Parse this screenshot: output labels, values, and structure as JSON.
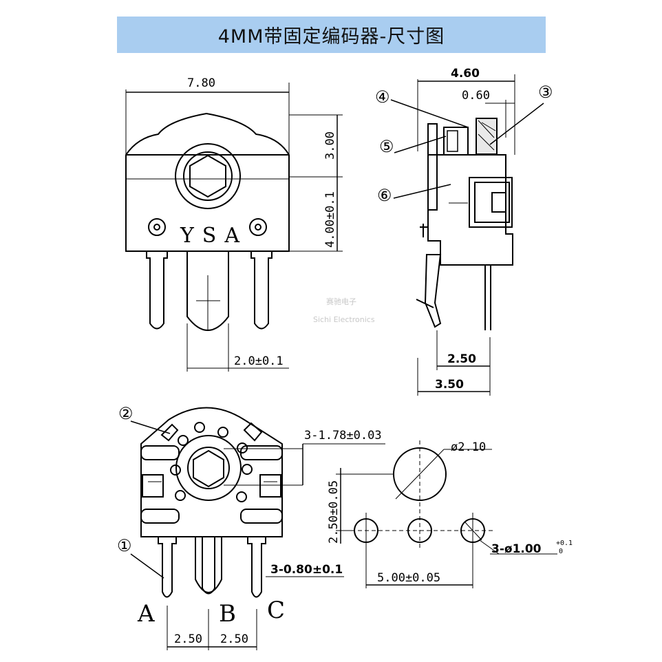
{
  "title": "4MM带固定编码器-尺寸图",
  "front_view": {
    "width_dim": "7.80",
    "height_top_dim": "3.00",
    "height_mid_dim": "4.00±0.1",
    "pin_dim": "2.0±0.1",
    "brand": "YSA"
  },
  "side_view": {
    "width_dim": "4.60",
    "sub_dim": "0.60",
    "pin_dim": "2.50",
    "bottom_dim": "3.50",
    "callouts": [
      "④",
      "③",
      "⑤",
      "⑥"
    ]
  },
  "bottom_view": {
    "callouts": [
      "②",
      "①"
    ],
    "hex_dim": "3-1.78±0.03",
    "pin_width_dim": "3-0.80±0.1",
    "pin_labels": [
      "A",
      "B",
      "C"
    ],
    "pitch_left": "2.50",
    "pitch_right": "2.50"
  },
  "pcb_layout": {
    "big_hole": "ø2.10",
    "vertical_dim": "2.50±0.05",
    "small_holes": "3-ø1.00",
    "tolerance_plus": "+0.1",
    "tolerance_minus": "0",
    "pitch": "5.00±0.05"
  },
  "watermark": {
    "line1": "赛驰电子",
    "line2": "Sichi Electronics"
  }
}
